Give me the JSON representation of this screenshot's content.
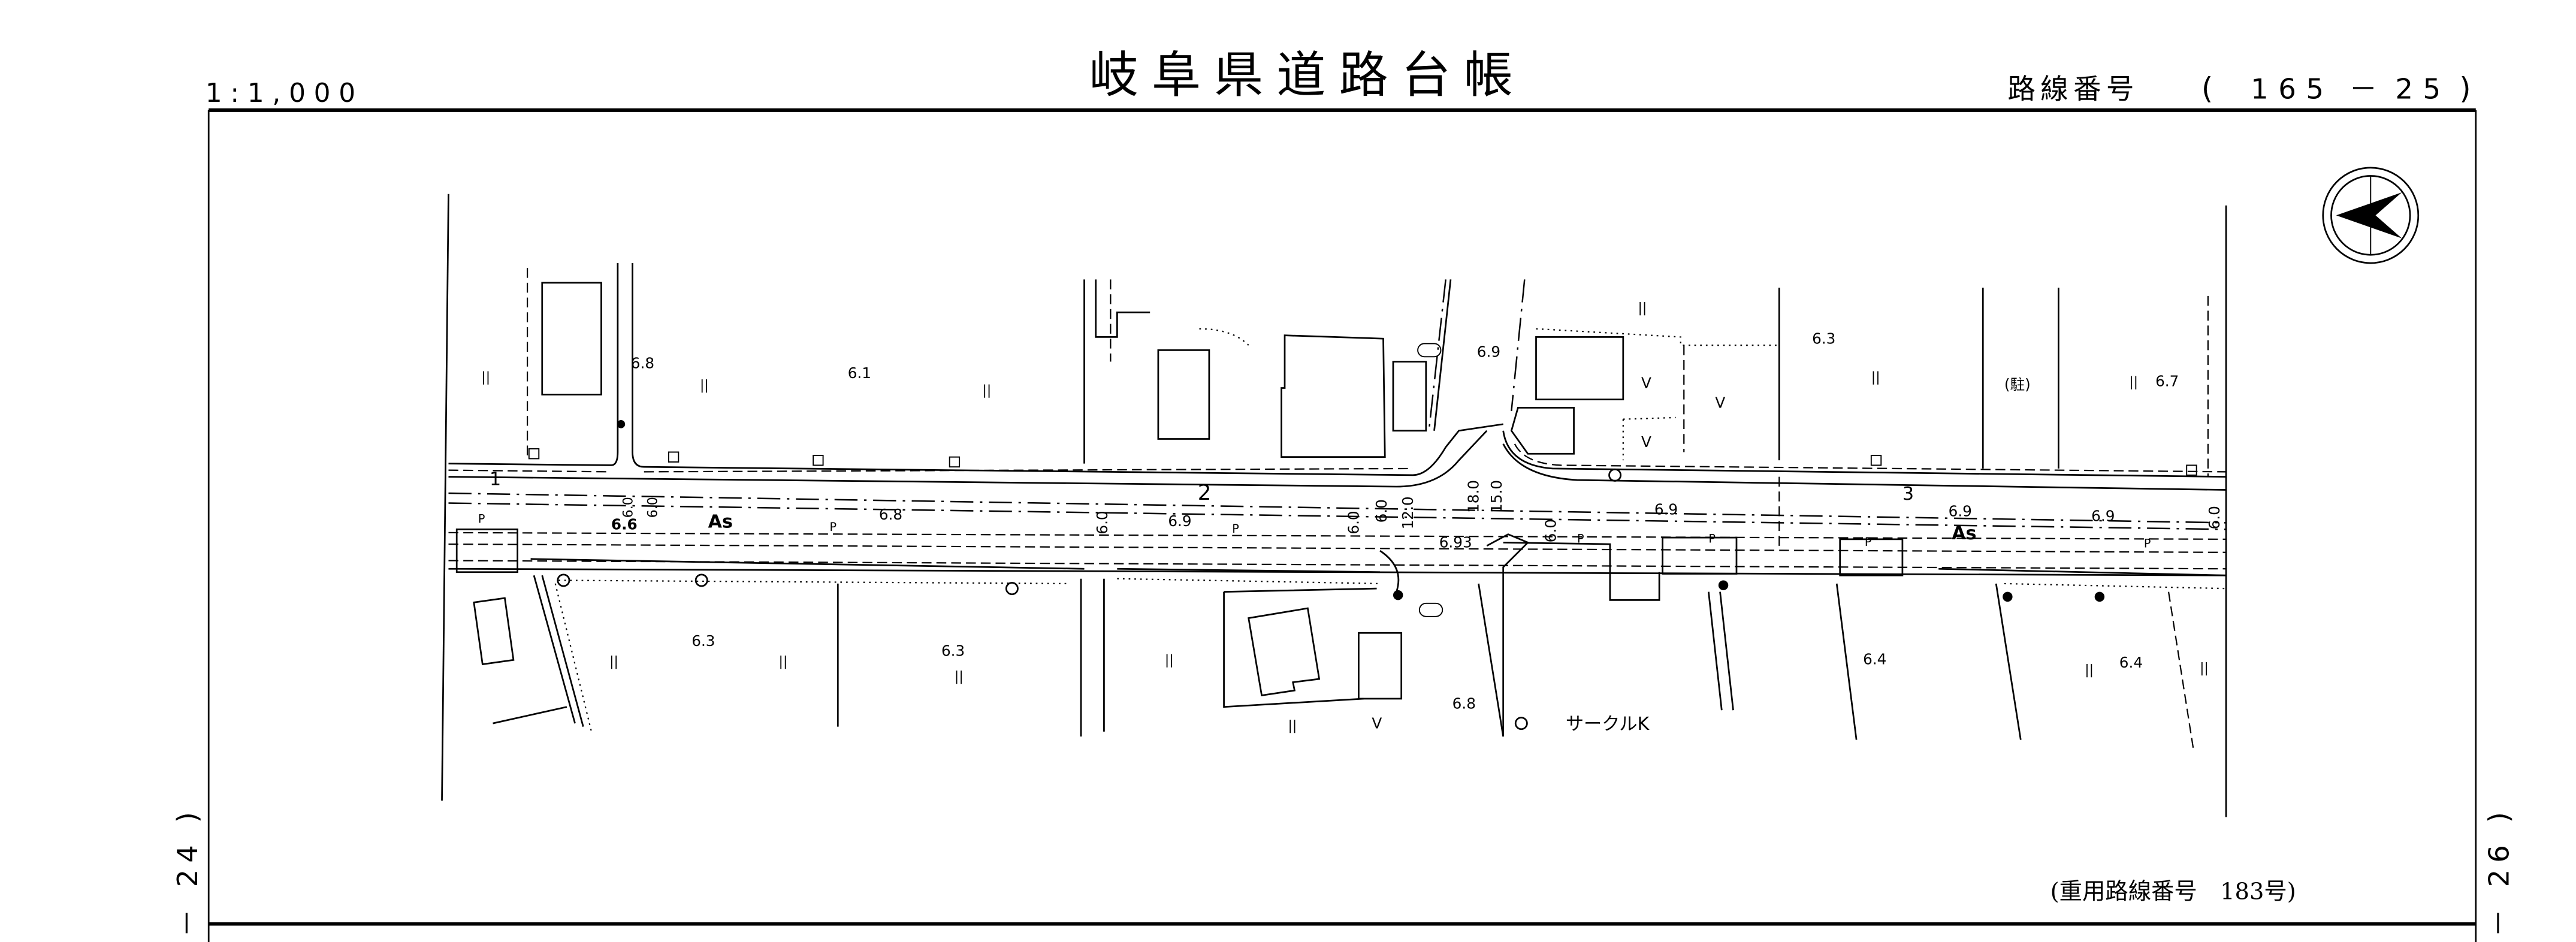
{
  "header": {
    "scale": "1:1,000",
    "title": "岐阜県道路台帳",
    "route_label": "路線番号",
    "route_open": "(",
    "route_main": "165",
    "route_dash": "－",
    "route_sub": "25",
    "route_close": ")"
  },
  "sheet": {
    "left_neighbor": "－ 24 )",
    "right_neighbor": "－ 26 )",
    "overlap_note": "(重用路線番号　183号)"
  },
  "map": {
    "symbols": {
      "parking": "P",
      "field": "||",
      "veg": "V"
    },
    "section_numbers": [
      "1",
      "2",
      "3"
    ],
    "surface": "As",
    "elevations": {
      "n1": "6.8",
      "n2": "6.1",
      "n3": "6.9",
      "n4": "6.3",
      "n5": "6.7",
      "r1": "6.8",
      "r2": "6.9",
      "r3": "6.93",
      "r4": "6.9",
      "r5": "6.9",
      "r6": "6.9",
      "r7": "6.6",
      "s1": "6.3",
      "s2": "6.3",
      "s3": "6.8",
      "s4": "6.4",
      "s5": "6.4"
    },
    "widths": {
      "w6": "6.0",
      "w12": "12.0",
      "w15": "15.0",
      "w18": "18.0"
    },
    "places": {
      "parking_lot": "(駐)",
      "store": "サークルK"
    }
  }
}
